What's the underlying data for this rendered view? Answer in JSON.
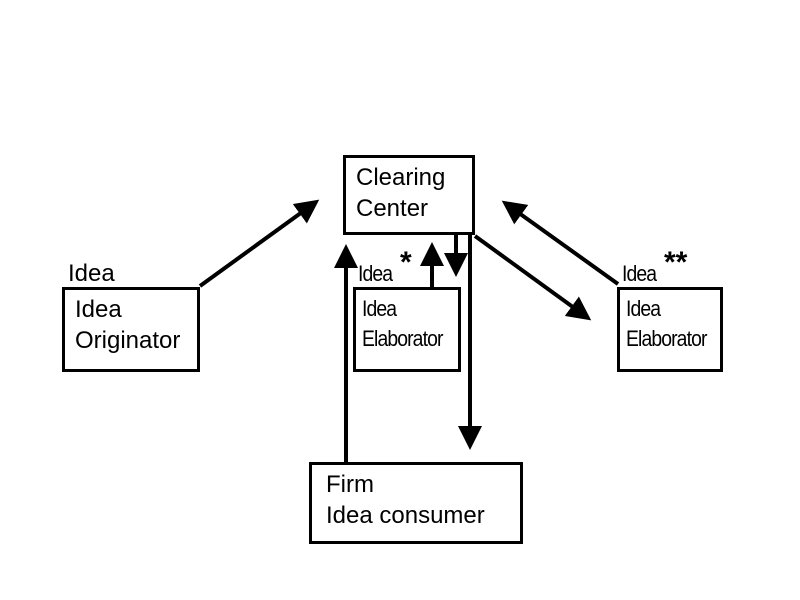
{
  "nodes": {
    "clearing_center": {
      "line1": "Clearing",
      "line2": "Center"
    },
    "originator": {
      "top_label": "Idea",
      "line1": "Idea",
      "line2": "Originator"
    },
    "elaborator_1": {
      "top_label": "Idea",
      "marker": "*",
      "line1": "Idea",
      "line2": "Elaborator"
    },
    "elaborator_2": {
      "top_label": "Idea",
      "marker": "**",
      "line1": "Idea",
      "line2": "Elaborator"
    },
    "firm": {
      "line1": "Firm",
      "line2": "Idea consumer"
    }
  }
}
